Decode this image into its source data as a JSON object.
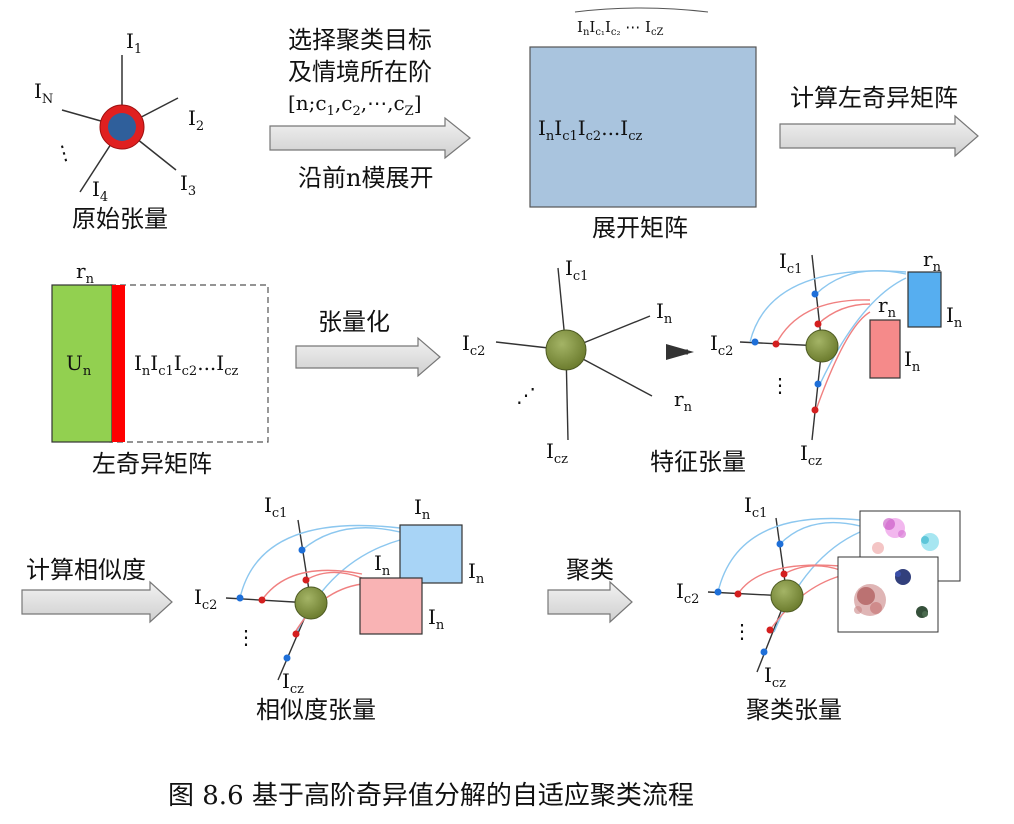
{
  "caption": "图 8.6  基于高阶奇异值分解的自适应聚类流程",
  "stage1": {
    "label": "原始张量",
    "modes": {
      "i1": "I",
      "i1_sub": "1",
      "i2": "I",
      "i2_sub": "2",
      "i3": "I",
      "i3_sub": "3",
      "i4": "I",
      "i4_sub": "4",
      "iN": "I",
      "iN_sub": "N"
    },
    "ellipsis": "⋮"
  },
  "arrow1": {
    "above_line1": "选择聚类目标",
    "above_line2": "及情境所在阶",
    "above_line3": "[n;c",
    "above_line3_rest": ",c",
    "above_line3_tail": ",⋯,c",
    "above_line3_end": "]",
    "below": "沿前n模展开"
  },
  "stage2": {
    "top_label": "I",
    "inner_label": "I",
    "label": "展开矩阵"
  },
  "arrow2": {
    "above": "计算左奇异矩阵"
  },
  "stage3": {
    "rn": "r",
    "un": "U",
    "inner": "I",
    "label": "左奇异矩阵"
  },
  "arrow3": {
    "above": "张量化"
  },
  "stage4": {
    "ellipsis": "⋰"
  },
  "stage5": {
    "label": "特征张量"
  },
  "arrow4": {
    "above": "计算相似度"
  },
  "stage6": {
    "label": "相似度张量"
  },
  "arrow5": {
    "above": "聚类"
  },
  "stage7": {
    "label": "聚类张量"
  },
  "colors": {
    "blue_box": "#a9c4de",
    "green": "#92d050",
    "red": "#ff0000",
    "core": "#7b8f3e",
    "light_blue": "#5aa9e6",
    "pink": "#f9a9ab"
  }
}
